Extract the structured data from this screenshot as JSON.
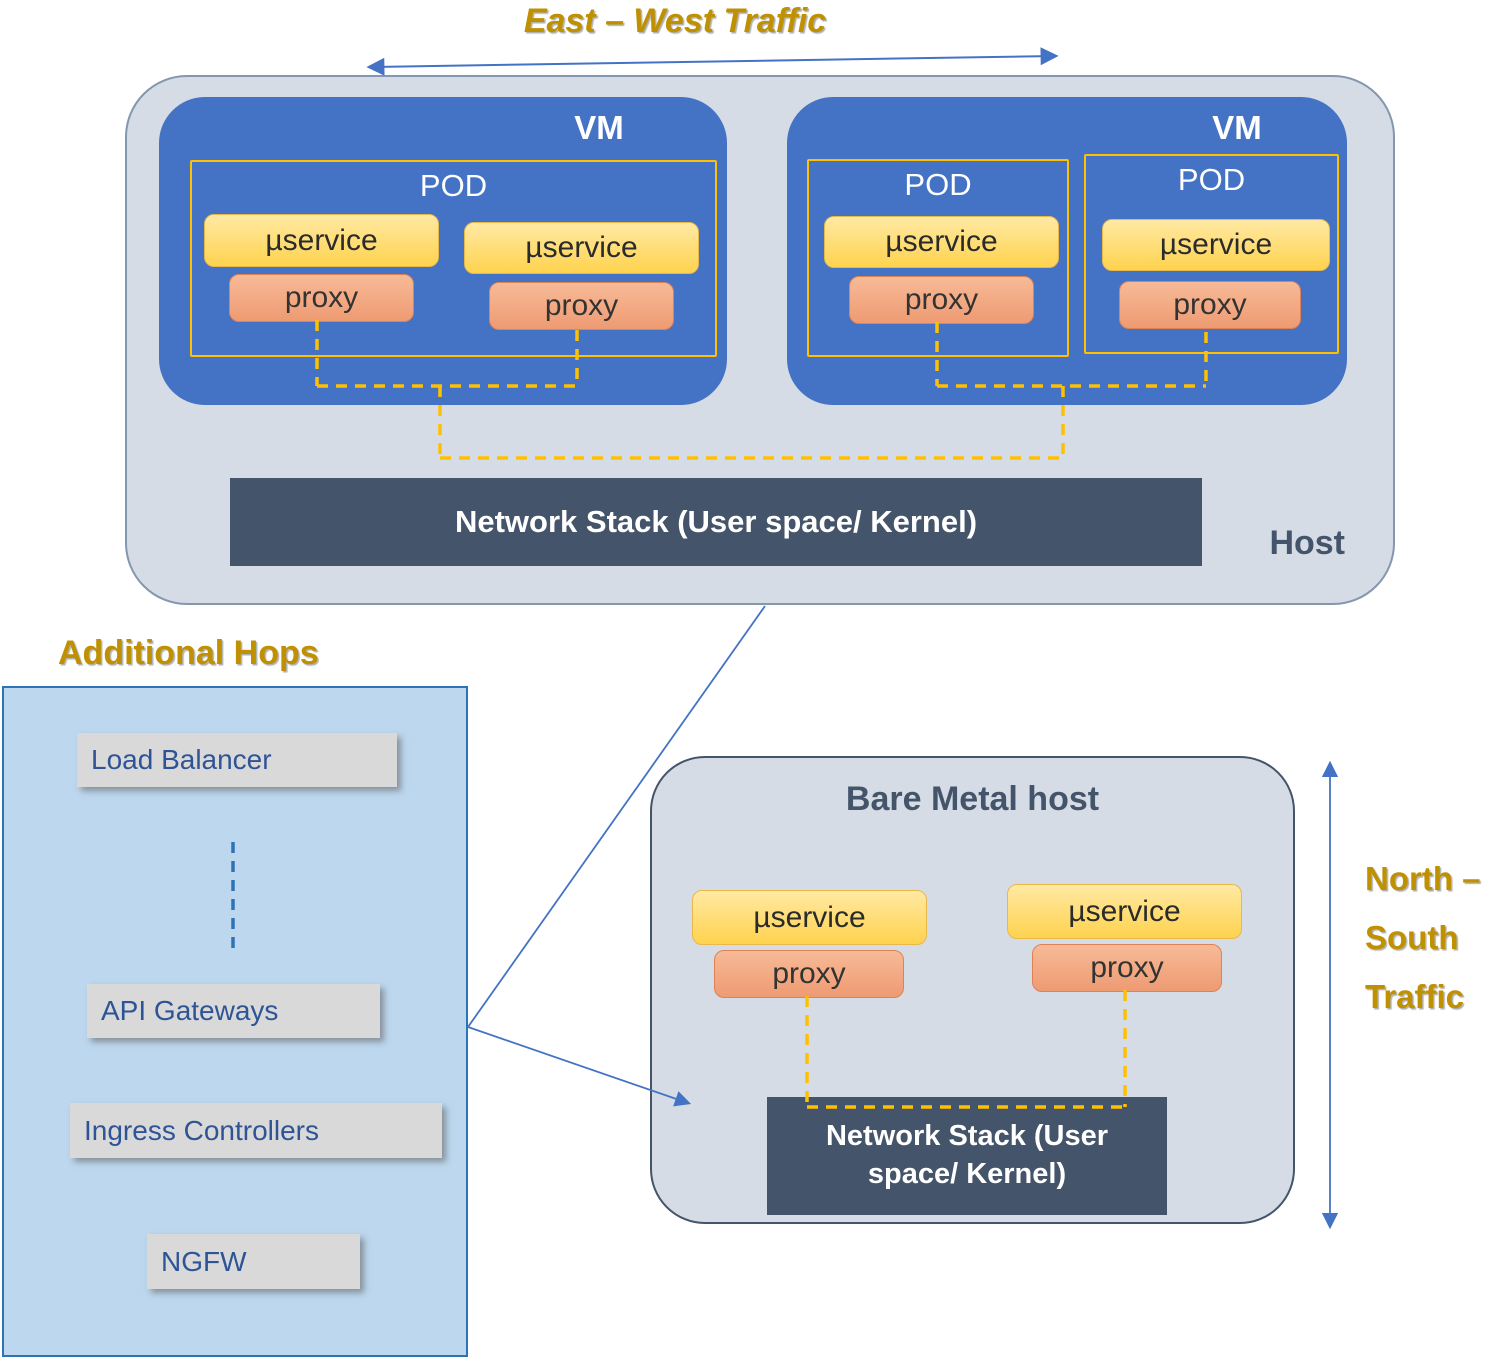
{
  "titles": {
    "east_west": "East – West Traffic",
    "additional_hops": "Additional Hops",
    "north_south": [
      "North –",
      "South",
      "Traffic"
    ]
  },
  "host": {
    "label": "Host",
    "network_stack": "Network Stack (User space/ Kernel)",
    "vms": [
      {
        "label": "VM",
        "pods": [
          {
            "label": "POD",
            "services": [
              {
                "name": "µservice",
                "proxy": "proxy"
              },
              {
                "name": "µservice",
                "proxy": "proxy"
              }
            ]
          }
        ]
      },
      {
        "label": "VM",
        "pods": [
          {
            "label": "POD",
            "services": [
              {
                "name": "µservice",
                "proxy": "proxy"
              }
            ]
          },
          {
            "label": "POD",
            "services": [
              {
                "name": "µservice",
                "proxy": "proxy"
              }
            ]
          }
        ]
      }
    ]
  },
  "additional_hops": {
    "items": [
      "Load Balancer",
      "API Gateways",
      "Ingress Controllers",
      "NGFW"
    ]
  },
  "bare_metal": {
    "title": "Bare Metal host",
    "services": [
      {
        "name": "µservice",
        "proxy": "proxy"
      },
      {
        "name": "µservice",
        "proxy": "proxy"
      }
    ],
    "network_stack": "Network Stack (User space/ Kernel)"
  },
  "colors": {
    "gold_text": "#BF9000",
    "vm_blue": "#4472C4",
    "host_bg": "#D6DCE5",
    "network_stack_bg": "#44546A",
    "microservice_fill": "#FFD966",
    "proxy_fill": "#F2A47E",
    "pod_border": "#FFC000",
    "hops_bg": "#BDD7EE",
    "hops_border": "#2E74B5",
    "hop_item_bg": "#D9D9D9",
    "dash_gold": "#FFC000",
    "connector_blue": "#4472C4"
  }
}
